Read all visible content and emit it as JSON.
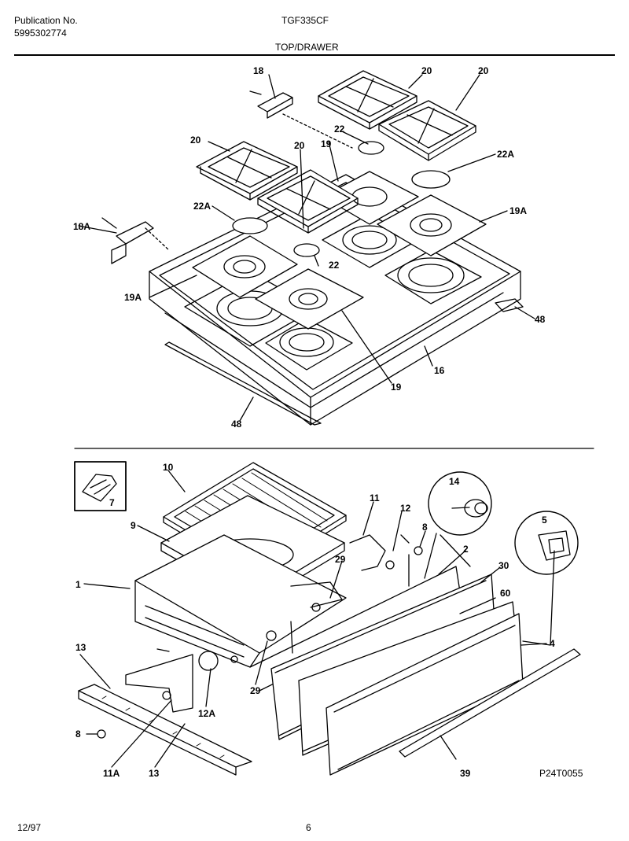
{
  "header": {
    "publication_label": "Publication No.",
    "publication_number": "5995302774",
    "model": "TGF335CF",
    "section_title": "TOP/DRAWER"
  },
  "footer": {
    "date": "12/97",
    "page": "6",
    "figure_code": "P24T0055"
  },
  "callouts": {
    "top": [
      "18",
      "20",
      "20",
      "22",
      "20",
      "20",
      "19",
      "22A",
      "18A",
      "22A",
      "19A",
      "22",
      "19A",
      "48",
      "16",
      "19",
      "48"
    ],
    "bottom": [
      "7",
      "10",
      "9",
      "1",
      "11",
      "12",
      "8",
      "14",
      "5",
      "29",
      "2",
      "30",
      "60",
      "4",
      "13",
      "29",
      "12A",
      "8",
      "11A",
      "13",
      "39"
    ]
  }
}
